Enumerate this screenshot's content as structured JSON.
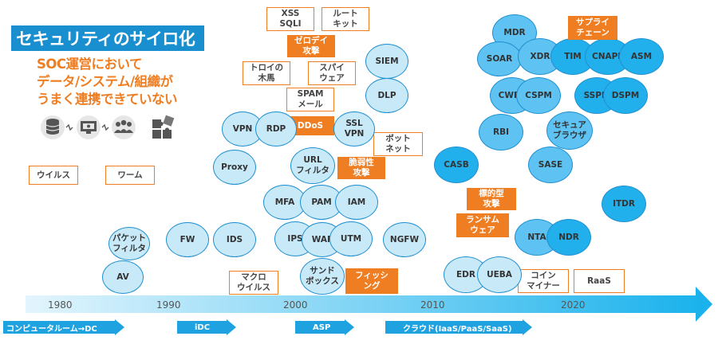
{
  "title": "セキュリティのサイロ化",
  "subtitle_lines": [
    "SOC運営において",
    "データ/システム/組織が",
    "うまく連携できていない"
  ],
  "colors": {
    "accent_blue": "#1a8fd0",
    "accent_orange": "#ef7d22",
    "light_circle": "#c8e9f8",
    "dark_circle": "#22b0ec"
  },
  "icons": [
    "database-icon",
    "monitor-icon",
    "people-group-icon",
    "puzzle-icon"
  ],
  "threats": {
    "virus": "ウイルス",
    "worm": "ワーム",
    "xss": [
      "XSS",
      "SQLI"
    ],
    "rootkit": [
      "ルート",
      "キット"
    ],
    "zeroday": [
      "ゼロデイ",
      "攻撃"
    ],
    "trojan": [
      "トロイの",
      "木馬"
    ],
    "spyware": [
      "スパイ",
      "ウェア"
    ],
    "spam": [
      "SPAM",
      "メール"
    ],
    "ddos": "DDoS",
    "botnet": [
      "ボット",
      "ネット"
    ],
    "vuln": [
      "脆弱性",
      "攻撃"
    ],
    "macro": [
      "マクロ",
      "ウイルス"
    ],
    "phishing": [
      "フィッシ",
      "ング"
    ],
    "targeted": [
      "標的型",
      "攻撃"
    ],
    "ransomware": [
      "ランサム",
      "ウェア"
    ],
    "coinminer": [
      "コイン",
      "マイナー"
    ],
    "raas": "RaaS",
    "supplychain": [
      "サプライ",
      "チェーン"
    ]
  },
  "solutions": {
    "packet": [
      "パケット",
      "フィルタ"
    ],
    "av": "AV",
    "fw": "FW",
    "ids": "IDS",
    "vpn": "VPN",
    "rdp": "RDP",
    "proxy": "Proxy",
    "ssl": [
      "SSL",
      "VPN"
    ],
    "siem": "SIEM",
    "dlp": "DLP",
    "url": [
      "URL",
      "フィルタ"
    ],
    "mfa": "MFA",
    "pam": "PAM",
    "iam": "IAM",
    "ips": "IPS",
    "waf": "WAF",
    "utm": "UTM",
    "ngfw": "NGFW",
    "sandbox": [
      "サンド",
      "ボックス"
    ],
    "casb": "CASB",
    "edr": "EDR",
    "ueba": "UEBA",
    "mdr": "MDR",
    "soar": "SOAR",
    "xdr": "XDR",
    "tim": "TIM",
    "cnapp": "CNAPP",
    "asm": "ASM",
    "cwpp": "CWPP",
    "cspm": "CSPM",
    "sspm": "SSPM",
    "dspm": "DSPM",
    "rbi": "RBI",
    "browser": [
      "セキュア",
      "ブラウザ"
    ],
    "sase": "SASE",
    "itdr": "ITDR",
    "nta": "NTA",
    "ndr": "NDR"
  },
  "years": [
    "1980",
    "1990",
    "2000",
    "2010",
    "2020"
  ],
  "phases": [
    "コンピュータルーム→DC",
    "iDC",
    "ASP",
    "クラウド(IaaS/PaaS/SaaS)"
  ]
}
